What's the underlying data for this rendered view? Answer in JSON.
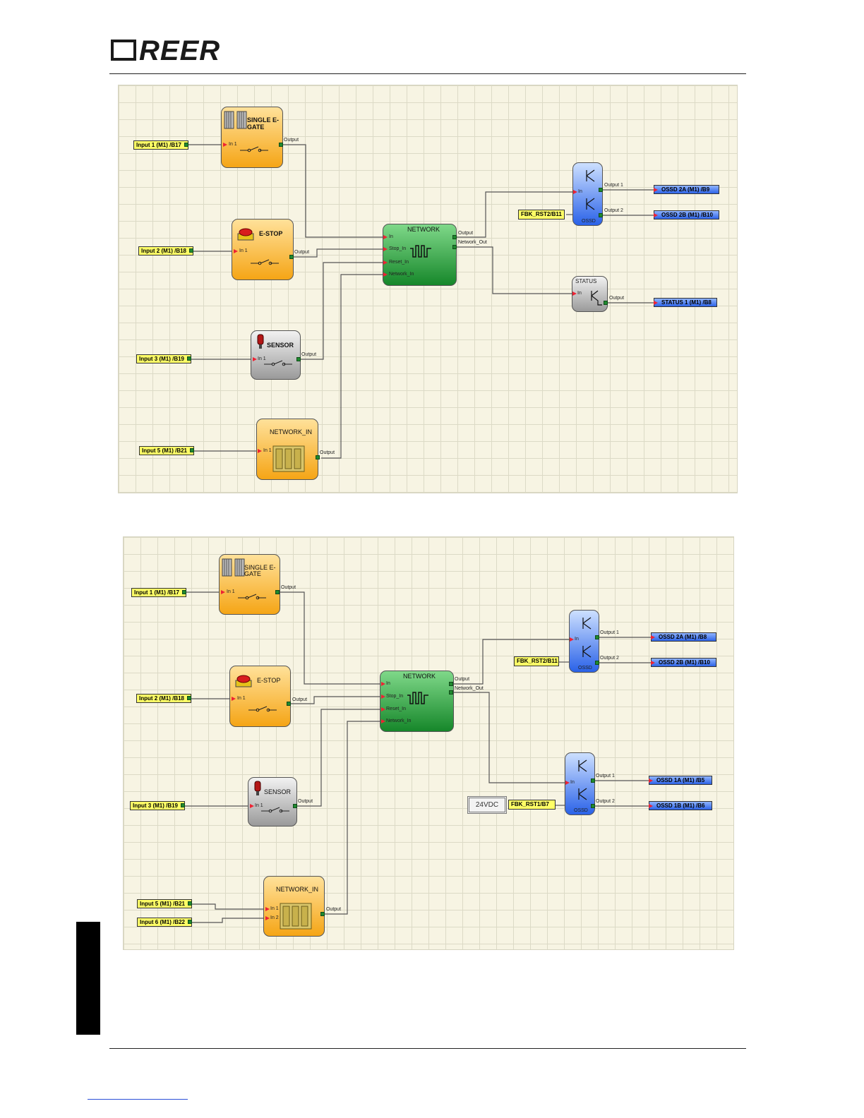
{
  "header": {
    "logo_text": "REER"
  },
  "colors": {
    "in_tag": "#ffff66",
    "out_tag": "#2e63e6",
    "wire": "#555555",
    "arrow": "#ee2233",
    "pin": "#1f8a2e"
  },
  "diagram1": {
    "blocks": {
      "egate": {
        "title_1": "SINGLE E-",
        "title_2": "GATE",
        "in1": "In 1",
        "out": "Output"
      },
      "estop": {
        "title": "E-STOP",
        "in1": "In 1",
        "out": "Output"
      },
      "sensor": {
        "title": "SENSOR",
        "in1": "In 1",
        "out": "Output"
      },
      "netin": {
        "title": "NETWORK_IN",
        "in1": "In 1",
        "out": "Output"
      },
      "network": {
        "title": "NETWORK",
        "in": "In",
        "stop": "Stop_In",
        "reset": "Reset_In",
        "netin": "Network_In",
        "out": "Output",
        "netout": "Network_Out"
      },
      "ossd": {
        "title": "OSSD",
        "in": "In",
        "out1": "Output 1",
        "out2": "Output 2"
      },
      "status": {
        "title": "STATUS",
        "in": "In",
        "out": "Output"
      }
    },
    "inputs": {
      "i1": "Input 1 (M1) /B17",
      "i2": "Input 2 (M1) /B18",
      "i3": "Input 3 (M1) /B19",
      "i5": "Input 5 (M1) /B21"
    },
    "outputs": {
      "o1": "OSSD 2A (M1)  /B9",
      "o2": "OSSD 2B (M1)  /B10",
      "o3": "STATUS 1 (M1) /B8"
    },
    "fbk": "FBK_RST2/B11"
  },
  "diagram2": {
    "blocks": {
      "egate": {
        "title_1": "SINGLE E-",
        "title_2": "GATE",
        "in1": "In 1",
        "out": "Output"
      },
      "estop": {
        "title": "E-STOP",
        "in1": "In 1",
        "out": "Output"
      },
      "sensor": {
        "title": "SENSOR",
        "in1": "In 1",
        "out": "Output"
      },
      "netin": {
        "title": "NETWORK_IN",
        "in1": "In 1",
        "in2": "In 2",
        "out": "Output"
      },
      "network": {
        "title": "NETWORK",
        "in": "In",
        "stop": "Stop_In",
        "reset": "Reset_In",
        "netin": "Network_In",
        "out": "Output",
        "netout": "Network_Out"
      },
      "ossd_a": {
        "title": "OSSD",
        "in": "In",
        "out1": "Output 1",
        "out2": "Output 2"
      },
      "ossd_b": {
        "title": "OSSD",
        "in": "In",
        "out1": "Output 1",
        "out2": "Output 2"
      }
    },
    "inputs": {
      "i1": "Input 1 (M1) /B17",
      "i2": "Input 2 (M1) /B18",
      "i3": "Input 3 (M1) /B19",
      "i5": "Input 5 (M1) /B21",
      "i6": "Input 6 (M1) /B22"
    },
    "outputs": {
      "o1": "OSSD 2A (M1)  /B8",
      "o2": "OSSD 2B (M1)  /B10",
      "o3": "OSSD 1A (M1)  /B5",
      "o4": "OSSD 1B (M1)  /B6"
    },
    "fbk1": "FBK_RST2/B11",
    "fbk2": "FBK_RST1/B7",
    "note": "24VDC"
  }
}
